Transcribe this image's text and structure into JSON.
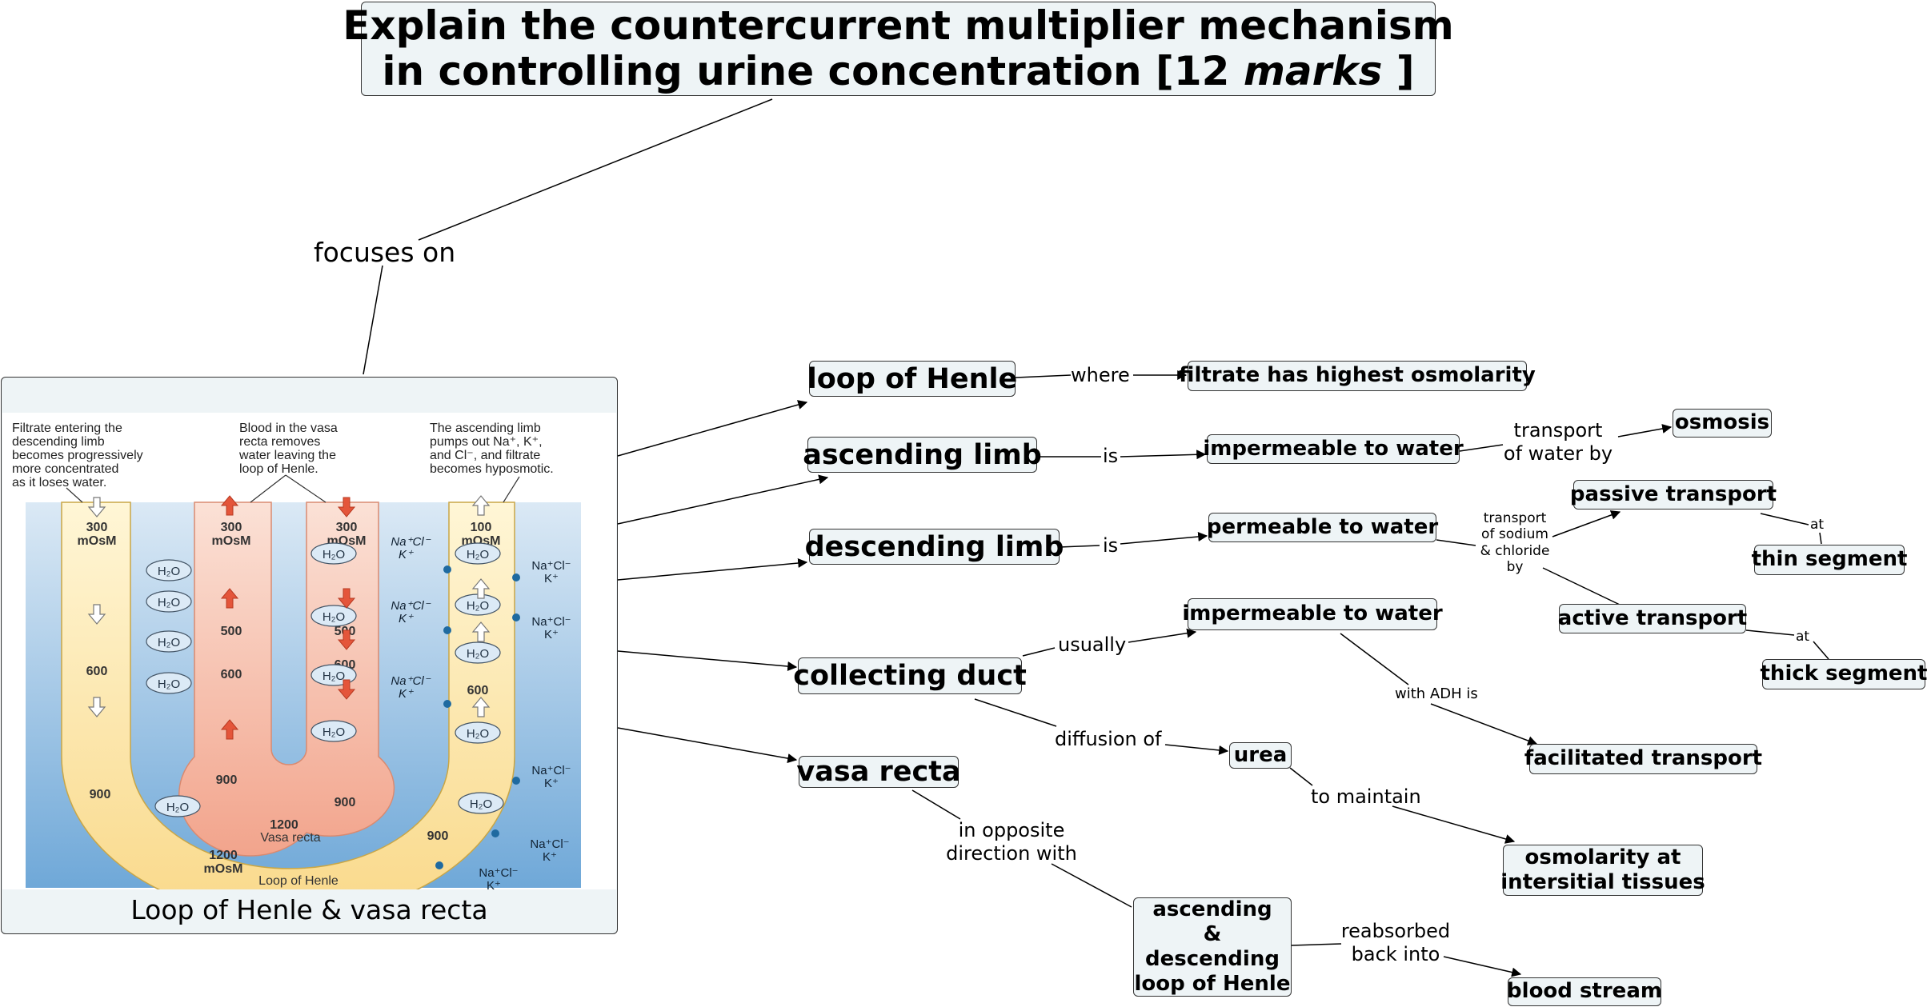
{
  "title": {
    "line1": "Explain the countercurrent multiplier mechanism",
    "line2_pre": "in controlling urine concentration [12 ",
    "line2_em": "marks",
    "line2_post": " ]"
  },
  "image_node": {
    "caption": "Loop of Henle & vasa recta",
    "annotations": {
      "left": [
        "Filtrate entering the",
        "descending limb",
        "becomes progressively",
        "more concentrated",
        "as it loses water."
      ],
      "middle": [
        "Blood in the vasa",
        "recta removes",
        "water leaving the",
        "loop of Henle."
      ],
      "right": [
        "The ascending limb",
        "pumps out Na⁺, K⁺,",
        "and Cl⁻, and filtrate",
        "becomes hyposmotic."
      ]
    },
    "values": {
      "desc_300": "300",
      "desc_unit": "mOsM",
      "desc_600": "600",
      "desc_900": "900",
      "vr_left_300": "300",
      "vr_right_300": "300",
      "vr_500": "500",
      "vr_500b": "500",
      "vr_600": "600",
      "vr_600b": "600",
      "vr_900": "900",
      "vr_900b": "900",
      "vr_1200": "1200",
      "asc_100": "100",
      "asc_600": "600",
      "asc_900": "900",
      "bottom_1200": "1200",
      "bottom_unit": "mOsM",
      "water": "H₂O",
      "ions": "Na⁺Cl⁻",
      "potassium": "K⁺",
      "vasa_recta_label": "Vasa recta",
      "loop_label": "Loop of Henle"
    }
  },
  "nodes": {
    "loop_of_henle": "loop of Henle",
    "ascending_limb": "ascending limb",
    "descending_limb": "descending limb",
    "collecting_duct": "collecting duct",
    "vasa_recta": "vasa recta",
    "filtrate_highest": "filtrate has highest osmolarity",
    "impermeable_1": "impermeable to water",
    "osmosis": "osmosis",
    "permeable": "permeable to water",
    "passive_transport": "passive transport",
    "thin_segment": "thin segment",
    "active_transport": "active transport",
    "thick_segment": "thick segment",
    "impermeable_2": "impermeable to water",
    "facilitated": "facilitated transport",
    "urea": "urea",
    "osmolarity_l1": "osmolarity at",
    "osmolarity_l2": "intersitial tissues",
    "asc_desc_l1": "ascending",
    "asc_desc_l2": "&",
    "asc_desc_l3": "descending",
    "asc_desc_l4": "loop of Henle",
    "blood_stream": "blood stream"
  },
  "links": {
    "focuses_on": "focuses on",
    "where": "where",
    "is_1": "is",
    "is_2": "is",
    "transport_water_l1": "transport",
    "transport_water_l2": "of water by",
    "transport_sodium_l1": "transport",
    "transport_sodium_l2": "of sodium",
    "transport_sodium_l3": "& chloride",
    "transport_sodium_l4": "by",
    "at_1": "at",
    "at_2": "at",
    "usually": "usually",
    "with_adh": "with ADH is",
    "diffusion_of": "diffusion of",
    "to_maintain": "to maintain",
    "opposite_l1": "in opposite",
    "opposite_l2": "direction with",
    "reabsorbed_l1": "reabsorbed",
    "reabsorbed_l2": "back into"
  },
  "colors": {
    "node_fill": "#eef4f6",
    "node_border": "#333333",
    "interstitial_blue": "#6fa8d8",
    "limb_yellow": "#fde9a8",
    "vasa_red": "#f4b5a0",
    "arrow_red": "#e4553a"
  }
}
